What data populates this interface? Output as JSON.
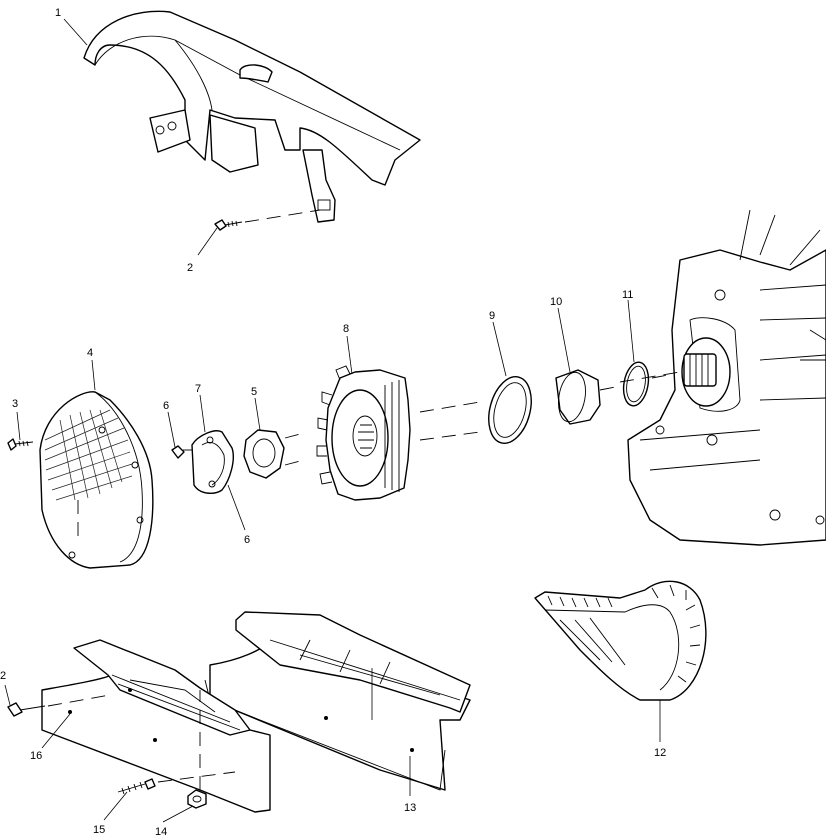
{
  "diagram": {
    "callouts": [
      {
        "id": "c1",
        "label": "1"
      },
      {
        "id": "c2a",
        "label": "2"
      },
      {
        "id": "c2b",
        "label": "2"
      },
      {
        "id": "c3",
        "label": "3"
      },
      {
        "id": "c4",
        "label": "4"
      },
      {
        "id": "c5",
        "label": "5"
      },
      {
        "id": "c6a",
        "label": "6"
      },
      {
        "id": "c6b",
        "label": "6"
      },
      {
        "id": "c7",
        "label": "7"
      },
      {
        "id": "c8",
        "label": "8"
      },
      {
        "id": "c9",
        "label": "9"
      },
      {
        "id": "c10",
        "label": "10"
      },
      {
        "id": "c11",
        "label": "11"
      },
      {
        "id": "c12",
        "label": "12"
      },
      {
        "id": "c13",
        "label": "13"
      },
      {
        "id": "c14",
        "label": "14"
      },
      {
        "id": "c15",
        "label": "15"
      },
      {
        "id": "c16",
        "label": "16"
      }
    ]
  }
}
